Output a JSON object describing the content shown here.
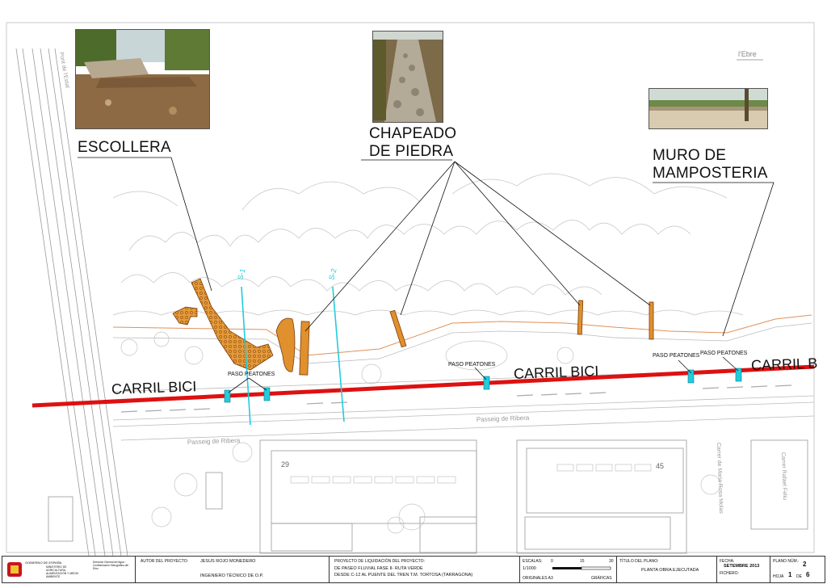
{
  "callouts": {
    "escollera": "ESCOLLERA",
    "chapeado_line1": "CHAPEADO",
    "chapeado_line2": "DE PIEDRA",
    "muro_line1": "MURO DE",
    "muro_line2": "MAMPOSTERIA"
  },
  "river_label": "l'Ebre",
  "carril_bici": [
    "CARRIL BICI",
    "CARRIL BICI",
    "CARRIL B"
  ],
  "paso_peatones": [
    "PASO PEATONES",
    "PASO PEATONES",
    "PASO PEATONES",
    "PASO PEATONES"
  ],
  "section_labels": [
    "S-1",
    "S-2"
  ],
  "streets": {
    "passeig_ribera_1": "Passeig de Ribera",
    "passeig_ribera_2": "Passeig de Ribera",
    "pont_estat": "Pont de l'Estat",
    "carrer_maria": "Carrer de Maria Rosa Molas",
    "carrer_right": "Carrer Rafael Feliu"
  },
  "block_numbers": [
    "29",
    "45"
  ],
  "photos": [
    {
      "name": "escollera-photo",
      "subject": "rock riprap wall"
    },
    {
      "name": "chapeado-photo",
      "subject": "stone paved channel"
    },
    {
      "name": "muro-photo",
      "subject": "masonry wall by path"
    }
  ],
  "title_block": {
    "agency_lines": [
      "GOBIERNO DE ESPAÑA",
      "MINISTERIO DE AGRICULTURA, ALIMENTACIÓN Y MEDIO AMBIENTE"
    ],
    "agency_right": "Dirección General del Agua · Confederación Hidrográfica del Ebro",
    "autor_label": "AUTOR DEL PROYECTO:",
    "autor_name": "JESUS ROJO MONEDERO",
    "autor_title": "INGENIERO TÉCNICO DE O.P.",
    "proyecto_label": "PROYECTO DE LIQUIDACIÓN DEL PROYECTO:",
    "proyecto_line1": "DE PASEO FLUVIAL FASE II- RUTA VERDE",
    "proyecto_line2": "DESDE C-12 AL PUENTE DEL TREN T.M. TORTOSA (TARRAGONA)",
    "escalas_label": "ESCALAS:",
    "escala_value": "1/1000",
    "originales_label": "ORIGINALES A3",
    "graficas_label": "GRÁFICAS",
    "scale_ticks": [
      "0",
      "15",
      "30"
    ],
    "titulo_label": "TÍTULO DEL PLANO:",
    "titulo_value": "PLANTA OBRA EJECUTADA",
    "fecha_label": "FECHA:",
    "fecha_value": "SETEMBRE 2013",
    "plano_label": "PLANO NÚM.:",
    "plano_value": "2",
    "fichero_label": "FICHERO:",
    "hoja_label": "HOJA",
    "hoja_value": "1",
    "de_label": "DE",
    "de_value": "6"
  },
  "colors": {
    "bike_lane": "#dd1111",
    "crossing": "#22ccdd",
    "section_line": "#22ccdd",
    "stone_fill": "#e08a28",
    "base_lines": "#b8b8b8",
    "wall_line": "#e0905a"
  }
}
